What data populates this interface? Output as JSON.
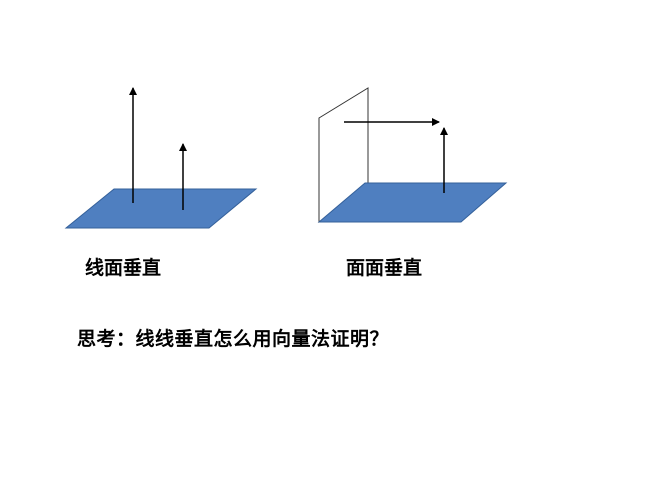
{
  "colors": {
    "plane_fill": "#4f7fc0",
    "plane_stroke": "#34609a",
    "line": "#000000",
    "background": "#ffffff"
  },
  "figures": {
    "left": {
      "caption": "线面垂直"
    },
    "right": {
      "caption": "面面垂直"
    }
  },
  "question": "思考：线线垂直怎么用向量法证明？"
}
